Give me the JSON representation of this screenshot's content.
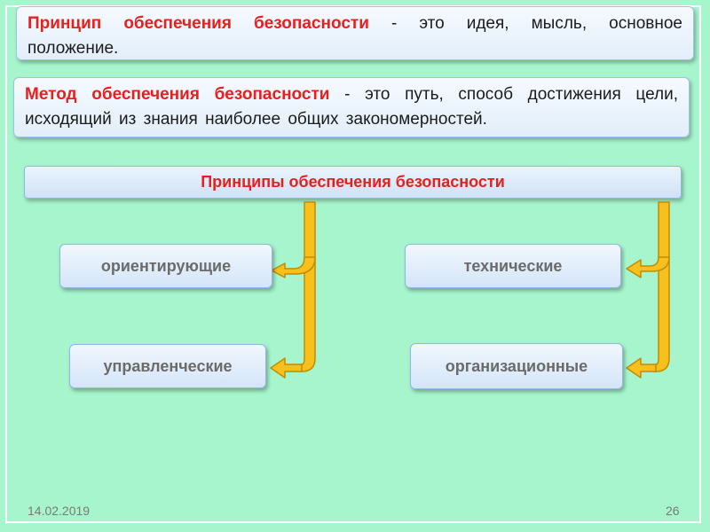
{
  "definitions": [
    {
      "term": "Принцип обеспечения безопасности",
      "text": " - это идея, мысль, основное положение."
    },
    {
      "term": "Метод обеспечения безопасности",
      "text": " - это путь, способ достижения цели, исходящий из знания наиболее общих закономерностей."
    }
  ],
  "diagram": {
    "header": "Принципы обеспечения безопасности",
    "left_branch": [
      "ориентирующие",
      "управленческие"
    ],
    "right_branch": [
      "технические",
      "организационные"
    ],
    "colors": {
      "arrow_fill": "#f8c01c",
      "arrow_outline": "#c48c00",
      "term": "#e8201c"
    }
  },
  "footer": {
    "date": "14.02.2019",
    "page": "26"
  }
}
